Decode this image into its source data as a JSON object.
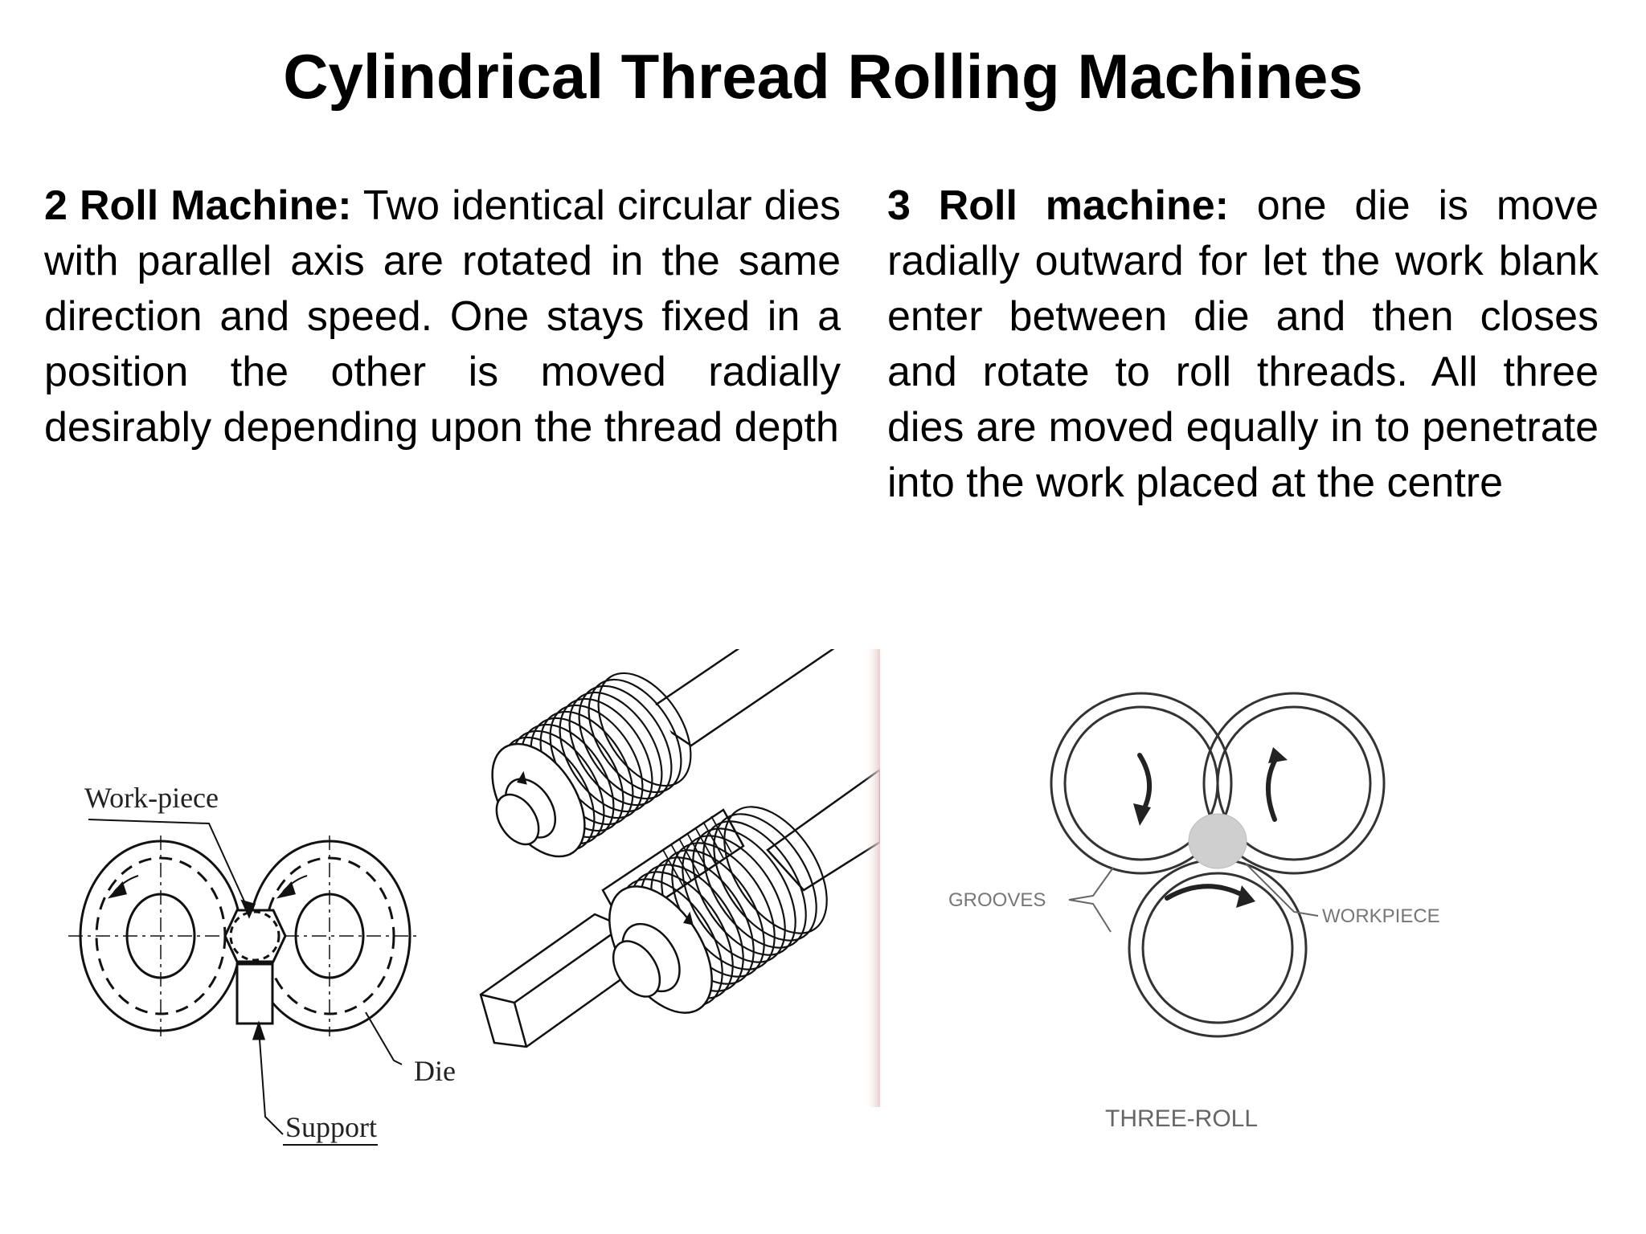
{
  "title": "Cylindrical Thread Rolling Machines",
  "left_column": {
    "heading": "2 Roll Machine:",
    "body": " Two identical circular dies with parallel axis are rotated in the same direction and speed. One stays fixed in a position the other is moved radially desirably depending upon the thread depth"
  },
  "right_column": {
    "heading": "3 Roll machine:",
    "body": " one die is move radially outward for let the work blank enter between die and then closes and rotate to roll threads. All three dies are moved equally in to penetrate into the work placed at the centre"
  },
  "two_roll_diagram": {
    "workpiece_label": "Work-piece",
    "die_label": "Die",
    "support_label": "Support"
  },
  "three_roll_diagram": {
    "grooves_label": "GROOVES",
    "workpiece_label": "WORKPIECE",
    "caption": "THREE-ROLL",
    "workpiece_color": "#cfcfcf"
  }
}
